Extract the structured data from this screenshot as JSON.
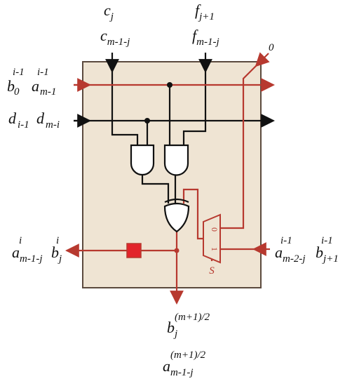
{
  "colors": {
    "cell_fill": "#efe4d3",
    "cell_border": "#5b4a3e",
    "black_wire": "#111111",
    "red_wire": "#b7392f",
    "register": "#e2242b"
  },
  "labels": {
    "top_left": {
      "line1": {
        "base": "c",
        "sub": "j"
      },
      "line2": {
        "base": "c",
        "sub": "m-1-j"
      }
    },
    "top_right": {
      "line1": {
        "base": "f",
        "sub": "j+1"
      },
      "line2": {
        "base": "f",
        "sub": "m-1-j"
      }
    },
    "zero_input": "0",
    "left_red_in": {
      "b_sup": "i-1",
      "b_base": "b",
      "b_sub": "0",
      "a_sup": "i-1",
      "a_base": "a",
      "a_sub": "m-1"
    },
    "left_black_in": {
      "d_base": "d",
      "d_sub": "i-1",
      "d2_base": "d",
      "d2_sub": "m-i"
    },
    "left_out": {
      "a_sup": "i",
      "a_base": "a",
      "a_sub": "m-1-j",
      "b_sup": "i",
      "b_base": "b",
      "b_sub": "j"
    },
    "right_in": {
      "a_sup": "i-1",
      "a_base": "a",
      "a_sub": "m-2-j",
      "b_sup": "i-1",
      "b_base": "b",
      "b_sub": "j+1"
    },
    "select": "S",
    "mux_in0": "0",
    "mux_in1": "1",
    "bottom_out1": {
      "base": "b",
      "sub": "j",
      "sup": "(m+1)/2"
    },
    "bottom_out2": {
      "base": "a",
      "sub": "m-1-j",
      "sup": "(m+1)/2"
    }
  }
}
